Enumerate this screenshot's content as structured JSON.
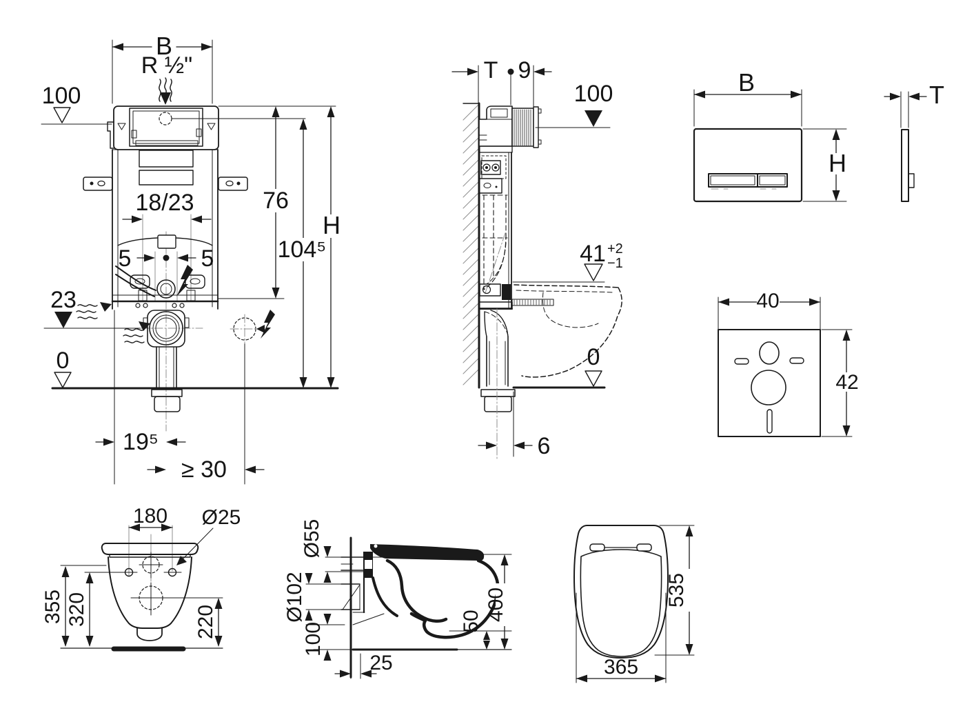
{
  "front_view": {
    "width_label": "B",
    "supply_label": "R ½\"",
    "level_supply": "100",
    "dim_76": "76",
    "dim_104": "104⁵",
    "height_label": "H",
    "rod_spacing": "18/23",
    "adjust": "5",
    "level_drain": "23",
    "level_floor": "0",
    "dim_offset": "19⁵",
    "dim_min_clearance": "≥ 30"
  },
  "side_view": {
    "depth_label": "T",
    "dim_9": "9",
    "level_supply": "100",
    "seat_height": "41",
    "seat_tol_plus": "+2",
    "seat_tol_minus": "−1",
    "level_floor": "0",
    "dim_6": "6"
  },
  "flush_plate": {
    "width_label": "B",
    "height_label": "H",
    "thickness_label": "T"
  },
  "sound_pad": {
    "width": "40",
    "height": "42"
  },
  "toilet_rear": {
    "bolt_spacing": "180",
    "hole_dia": "Ø25",
    "h_total": "355",
    "h_holes": "320",
    "h_outlet": "220"
  },
  "toilet_side": {
    "supply_dia": "Ø55",
    "drain_dia": "Ø102",
    "drain_height": "100",
    "wall_gap": "25",
    "rim_drop": "50",
    "height": "400"
  },
  "toilet_top": {
    "length": "535",
    "width": "365"
  }
}
